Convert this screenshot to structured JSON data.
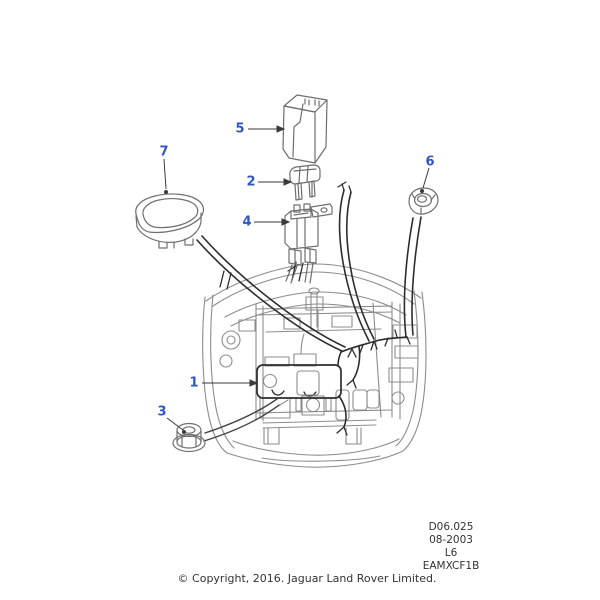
{
  "colors": {
    "background": "#ffffff",
    "callout_blue": "#2d55c4",
    "body_line_gray": "#8c8c8c",
    "part_line_gray": "#6f6f6f",
    "harness_dark": "#2d2d2d",
    "leader_dark": "#3a3a3a",
    "footer_text": "#333333"
  },
  "callouts": [
    {
      "label": "1"
    },
    {
      "label": "2"
    },
    {
      "label": "3"
    },
    {
      "label": "4"
    },
    {
      "label": "5"
    },
    {
      "label": "6"
    },
    {
      "label": "7"
    }
  ],
  "drawing_meta": {
    "lines": [
      "D06.025",
      "08-2003",
      "L6",
      "EAMXCF1B"
    ]
  },
  "footer": {
    "copyright": "© Copyright, 2016. Jaguar Land Rover Limited."
  }
}
